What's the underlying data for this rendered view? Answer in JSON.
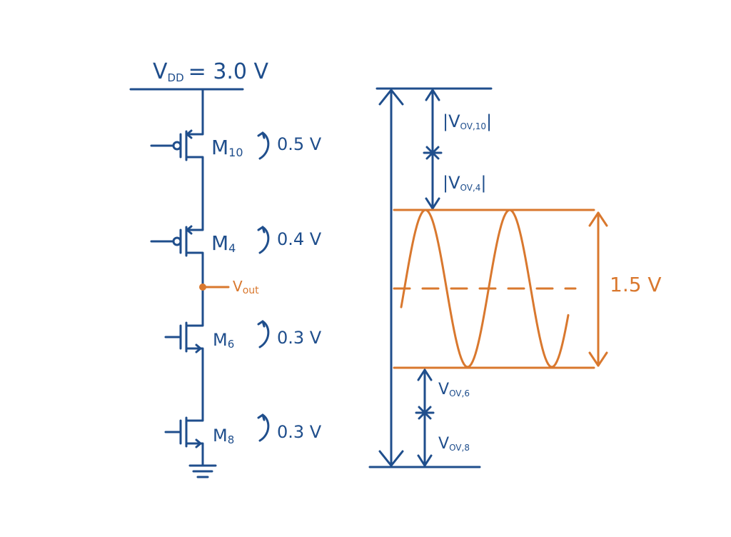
{
  "colors": {
    "circuit": "#1f4e8c",
    "signal": "#d9782e",
    "background": "#ffffff"
  },
  "supply": {
    "symbol": "V",
    "subscript": "DD",
    "equals": "= 3.0 V"
  },
  "transistors": [
    {
      "name": "M",
      "index": "10",
      "type": "pmos",
      "voltage": "0.5 V"
    },
    {
      "name": "M",
      "index": "4",
      "type": "pmos",
      "voltage": "0.4 V"
    },
    {
      "name": "M",
      "index": "6",
      "type": "nmos",
      "voltage": "0.3 V"
    },
    {
      "name": "M",
      "index": "8",
      "type": "nmos",
      "voltage": "0.3 V"
    }
  ],
  "output": {
    "symbol": "V",
    "subscript": "out"
  },
  "overdrive_labels": [
    {
      "symbol": "|V",
      "subscript": "OV,10",
      "suffix": "|"
    },
    {
      "symbol": "|V",
      "subscript": "OV,4",
      "suffix": "|"
    },
    {
      "symbol": "V",
      "subscript": "OV,6",
      "suffix": ""
    },
    {
      "symbol": "V",
      "subscript": "OV,8",
      "suffix": ""
    }
  ],
  "swing": {
    "label": "1.5 V"
  }
}
